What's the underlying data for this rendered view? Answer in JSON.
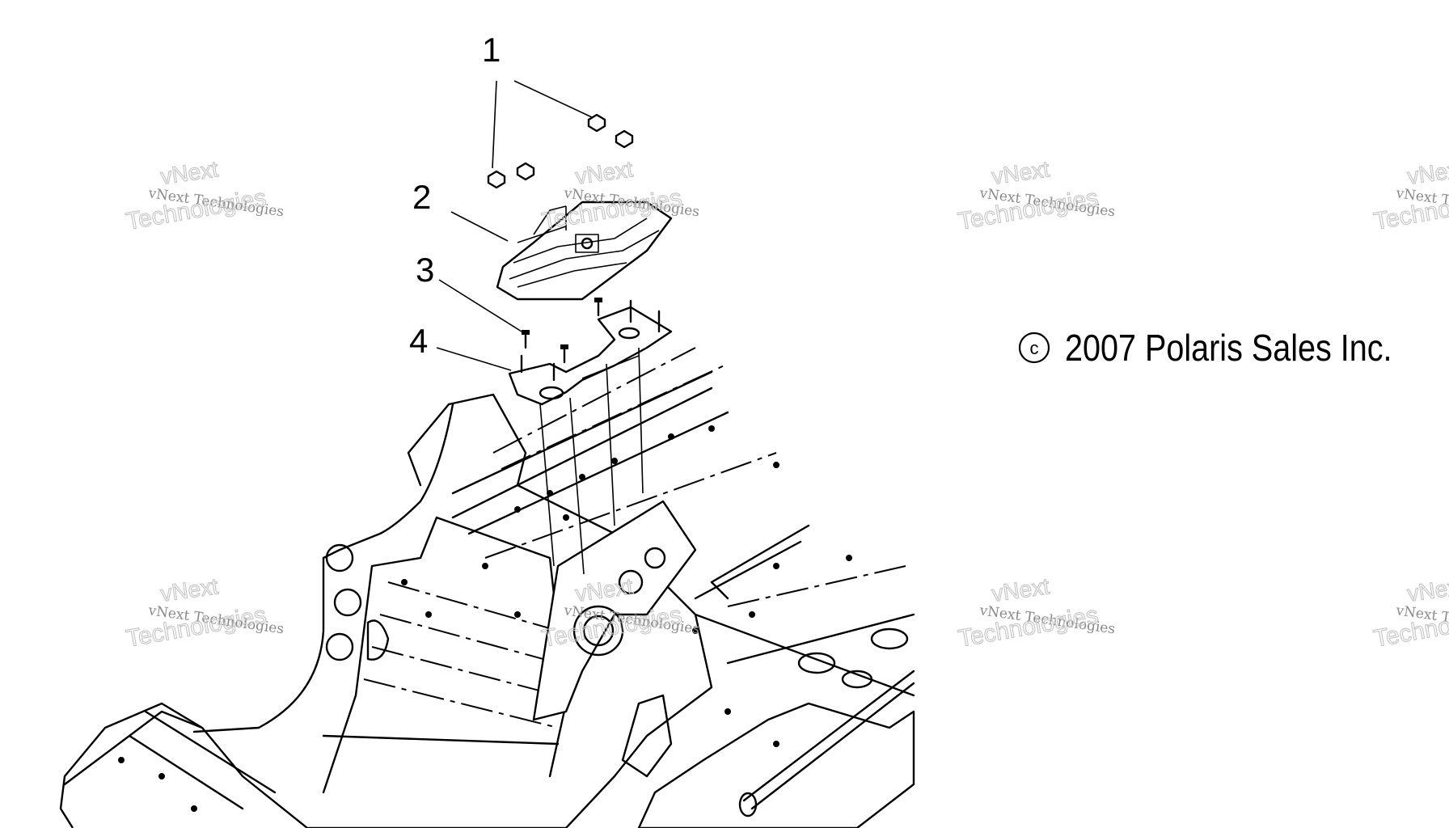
{
  "callouts": [
    {
      "num": "1",
      "part": "nut"
    },
    {
      "num": "2",
      "part": "ecu-module"
    },
    {
      "num": "3",
      "part": "screw"
    },
    {
      "num": "4",
      "part": "bracket"
    }
  ],
  "copyright": {
    "symbol": "©",
    "text": "2007 Polaris Sales Inc."
  },
  "watermark": {
    "line1": "vNext",
    "line2": "vNext Technologies",
    "line3": "Technologies"
  }
}
